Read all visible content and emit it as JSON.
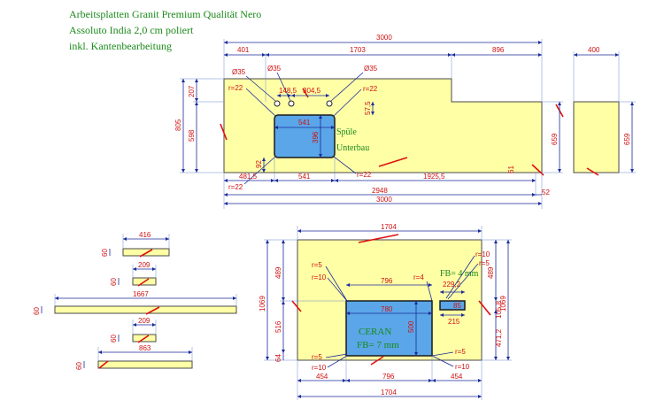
{
  "header": {
    "line1": "Arbeitsplatten Granit Premium Qualität Nero",
    "line2": "Assoluto India 2,0 cm poliert",
    "line3": "inkl. Kantenbearbeitung"
  },
  "main_top": {
    "overall": "3000",
    "seg_401": "401",
    "seg_1703": "1703",
    "seg_896": "896",
    "side_400": "400",
    "d35_left": "Ø35",
    "d35_mid": "Ø35",
    "d35_right": "Ø35",
    "r22_tl": "r=22",
    "r22_tr": "r=22",
    "r22_bl": "r=22",
    "r22_br": "r=22",
    "tap_1485": "148,5",
    "tap_3045": "304,5",
    "h_207": "207",
    "h_805": "805",
    "h_598": "598",
    "h_659": "659",
    "h_659_side": "659",
    "sink_w": "541",
    "sink_h": "396",
    "sink_575": "57,5",
    "sink_92": "92",
    "sink_label1": "Spüle",
    "sink_label2": "Unterbau",
    "b_4815": "481,5",
    "b_541": "541",
    "b_19255": "1925,5",
    "b_2948": "2948",
    "b_52": "52",
    "b_3000": "3000",
    "b_61": "61"
  },
  "strips": {
    "s1_len": "416",
    "s1_h": "60",
    "s2_len": "209",
    "s2_h": "60",
    "s3_len": "1667",
    "s3_h": "60",
    "s4_len": "209",
    "s4_h": "60",
    "s5_len": "863",
    "s5_h": "60"
  },
  "island": {
    "top_width": "1704",
    "bottom_width": "1704",
    "height_left": "1069",
    "height_right": "1069",
    "h_489_left": "489",
    "h_516_left": "516",
    "h_64_left": "64",
    "h_489_right": "489",
    "h_1058": "105,8",
    "h_4712": "471,2",
    "r5_tl": "r=5",
    "r10_tl": "r=10",
    "r5_bl": "r=5",
    "r10_bl": "r=10",
    "r4": "r=4",
    "r10_tr": "r=10",
    "r5_tr": "r=5",
    "r5_br": "r=5",
    "r10_br": "r=10",
    "cer_outer": "796",
    "cer_inner": "780",
    "cer_h": "500",
    "cer_label1": "CERAN",
    "cer_label2": "FB= 7 mm",
    "small_w": "229,2",
    "small_h": "85",
    "small_215": "215",
    "small_fb": "FB= 4 mm",
    "b_454_left": "454",
    "b_796": "796",
    "b_454_right": "454"
  },
  "colors": {
    "slab": "#ffffa6",
    "cutout": "#5aa6e8",
    "dimension_text": "#d01010",
    "dimension_line": "#1a2a9a",
    "label_text": "#1a8a1a",
    "edge_mark": "#e01010"
  }
}
